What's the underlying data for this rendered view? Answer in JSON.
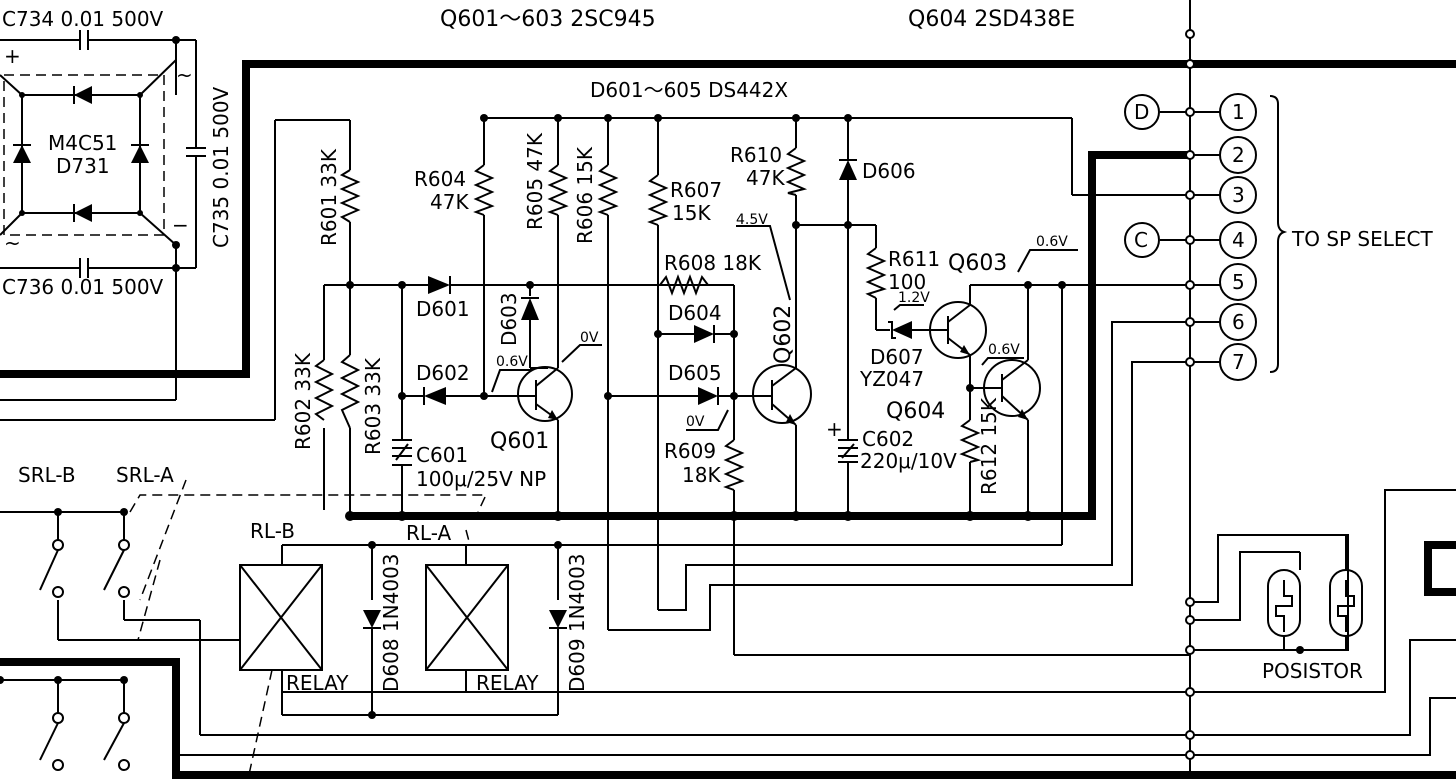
{
  "header": {
    "c734": "C734 0.01 500V",
    "q601_603": "Q601～603  2SC945",
    "q604": "Q604 2SD438E",
    "d601_605": "D601～605  DS442X"
  },
  "bridge": {
    "plus": "+",
    "minus": "−",
    "tilde": "~",
    "name": "M4C51",
    "ref": "D731",
    "c735": "C735 0.01 500V",
    "c736": "C736 0.01 500V"
  },
  "resistors": {
    "r601": "R601 33K",
    "r602": "R602 33K",
    "r603": "R603 33K",
    "r604": "R604",
    "r604_val": "47K",
    "r605": "R605 47K",
    "r606": "R606 15K",
    "r607": "R607",
    "r607_val": "15K",
    "r608": "R608 18K",
    "r609": "R609",
    "r609_val": "18K",
    "r610": "R610",
    "r610_val": "47K",
    "r611": "R611",
    "r611_val": "100",
    "r612": "R612 15K"
  },
  "diodes": {
    "d601": "D601",
    "d602": "D602",
    "d603": "D603",
    "d604": "D604",
    "d605": "D605",
    "d606": "D606",
    "d607": "D607",
    "d607_type": "YZ047",
    "d608": "D608 1N4003",
    "d609": "D609 1N4003"
  },
  "capacitors": {
    "c601": "C601",
    "c601_val": "100μ/25V NP",
    "c602": "C602",
    "c602_val": "220μ/10V",
    "plus": "+"
  },
  "transistors": {
    "q601": "Q601",
    "q602": "Q602",
    "q603": "Q603",
    "q604": "Q604"
  },
  "voltages": {
    "v06_q601": "0.6V",
    "v0_q601": "0V",
    "v0_q602": "0V",
    "v45": "4.5V",
    "v12": "1.2V",
    "v06_q603": "0.6V",
    "v06_q604": "0.6V"
  },
  "switches": {
    "srl_b": "SRL-B",
    "srl_a": "SRL-A"
  },
  "relays": {
    "rl_b": "RL-B",
    "rl_a": "RL-A",
    "relay_label": "RELAY"
  },
  "connector": {
    "letter_d": "D",
    "letter_c": "C",
    "pins": [
      "1",
      "2",
      "3",
      "4",
      "5",
      "6",
      "7"
    ],
    "to_sp_select": "TO SP SELECT"
  },
  "posistor": {
    "label": "POSISTOR"
  }
}
